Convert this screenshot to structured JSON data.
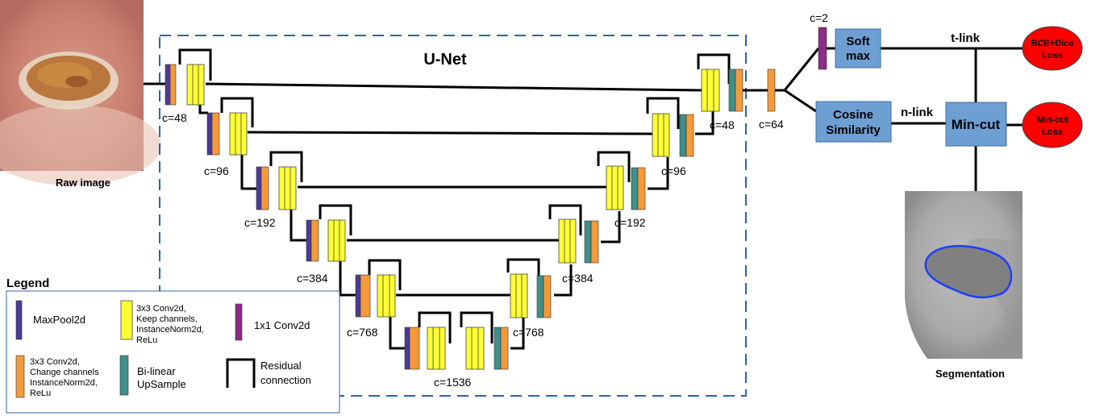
{
  "title": "U-Net",
  "raw_image_caption": "Raw  image",
  "segmentation_caption": "Segmentation",
  "channels": {
    "c48": "c=48",
    "c96": "c=96",
    "c192": "c=192",
    "c384": "c=384",
    "c768": "c=768",
    "c1536": "c=1536",
    "c48r": "c=48",
    "c96r": "c=96",
    "c192r": "c=192",
    "c384r": "c=384",
    "c768r": "c=768",
    "c64": "c=64",
    "c2": "c=2"
  },
  "nodes": {
    "softmax": [
      "Soft",
      "max"
    ],
    "cosine": [
      "Cosine",
      "Similarity"
    ],
    "mincut": "Min-cut",
    "bce_loss": [
      "BCE+Dice",
      "Loss"
    ],
    "mincut_loss": [
      "Min-cut",
      "Loss"
    ]
  },
  "links": {
    "t_link": "t-link",
    "n_link": "n-link"
  },
  "legend": {
    "title": "Legend",
    "maxpool": "MaxPool2d",
    "conv_keep": [
      "3x3 Conv2d,",
      "Keep channels,",
      "InstanceNorm2d,",
      "ReLu"
    ],
    "conv1x1": "1x1 Conv2d",
    "conv_change": [
      "3x3 Conv2d,",
      "Change channels",
      "InstanceNorm2d,",
      "ReLu"
    ],
    "upsample": [
      "Bi-linear",
      "UpSample"
    ],
    "residual": [
      "Residual",
      "connection"
    ]
  },
  "colors": {
    "maxpool": "#4b3a9a",
    "conv_keep": "#ffff33",
    "conv_change": "#f59a3a",
    "upsample": "#3f8f8a",
    "conv1x1": "#8e2a88",
    "box_blue": "#6e9fd3",
    "loss_red": "#ff0000",
    "dashed_frame": "#2e64a8"
  }
}
